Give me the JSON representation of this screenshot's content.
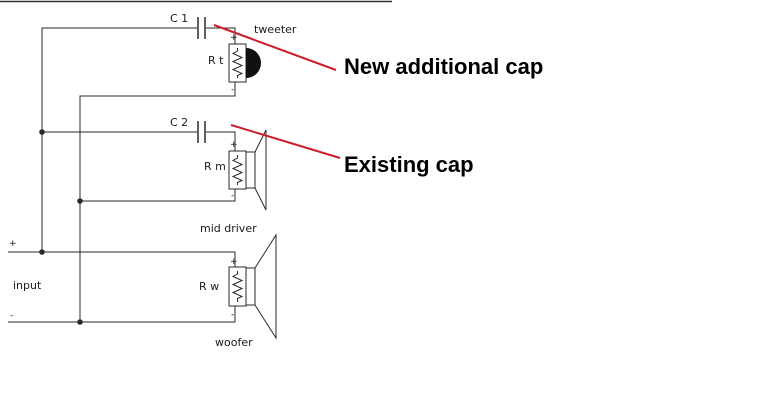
{
  "labels": {
    "c1": "C 1",
    "c2": "C 2",
    "tweeter": "tweeter",
    "rt": "R t",
    "rm": "R m",
    "rw": "R w",
    "mid_driver": "mid driver",
    "woofer": "woofer",
    "input": "input",
    "plus": "+",
    "minus": "-"
  },
  "annotations": {
    "new_cap": "New additional cap",
    "existing_cap": "Existing cap"
  },
  "colors": {
    "wire": "#2a2a2a",
    "annotation_line": "#cc1f2a",
    "tweeter_dome": "#111111"
  }
}
